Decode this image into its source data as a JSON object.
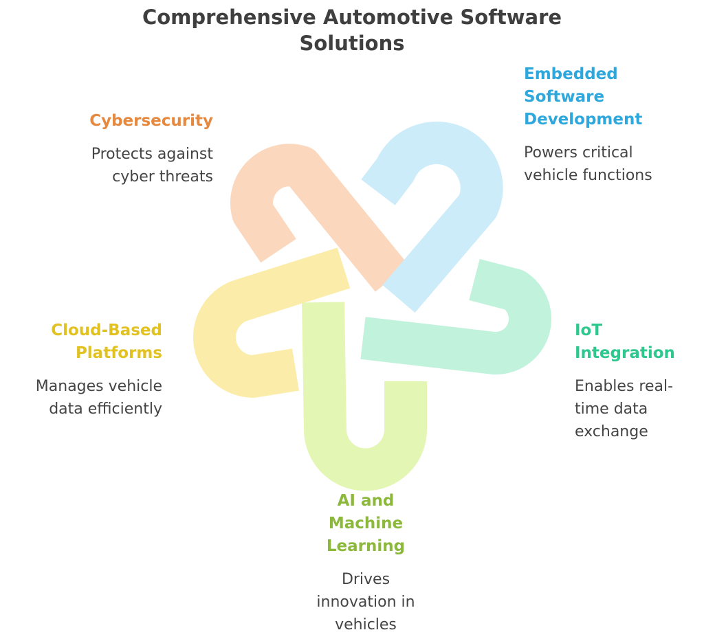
{
  "title": {
    "line1": "Comprehensive Automotive Software",
    "line2": "Solutions"
  },
  "items": [
    {
      "key": "cyber",
      "heading": [
        "Cybersecurity"
      ],
      "description": [
        "Protects against",
        "cyber threats"
      ],
      "heading_color": "#e6883e",
      "shape_color": "#fbd7bd"
    },
    {
      "key": "embedded",
      "heading": [
        "Embedded",
        "Software",
        "Development"
      ],
      "description": [
        "Powers critical",
        "vehicle functions"
      ],
      "heading_color": "#2ea7dc",
      "shape_color": "#cdecfa"
    },
    {
      "key": "cloud",
      "heading": [
        "Cloud-Based",
        "Platforms"
      ],
      "description": [
        "Manages vehicle",
        "data efficiently"
      ],
      "heading_color": "#e2c220",
      "shape_color": "#fbeda9"
    },
    {
      "key": "iot",
      "heading": [
        "IoT",
        "Integration"
      ],
      "description": [
        "Enables real-",
        "time data",
        "exchange"
      ],
      "heading_color": "#2ec88f",
      "shape_color": "#c0f2dc"
    },
    {
      "key": "ai",
      "heading": [
        "AI and",
        "Machine",
        "Learning"
      ],
      "description": [
        "Drives",
        "innovation in",
        "vehicles"
      ],
      "heading_color": "#8cb83c",
      "shape_color": "#e4f6b4"
    }
  ]
}
